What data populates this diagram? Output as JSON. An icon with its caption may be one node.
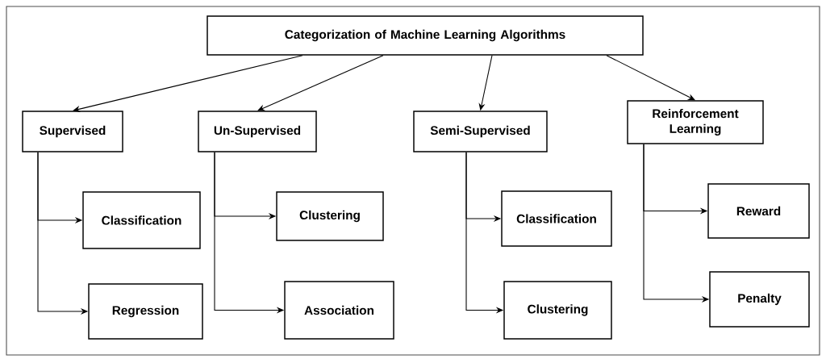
{
  "diagram": {
    "nodes": [
      {
        "text": [
          "Categorization of Machine Learning Algorithms"
        ]
      },
      {
        "text": [
          "Supervised"
        ]
      },
      {
        "text": [
          "Un-Supervised"
        ]
      },
      {
        "text": [
          "Semi-Supervised"
        ]
      },
      {
        "text": [
          "Reinforcement Learning"
        ]
      },
      {
        "text": [
          "Classification"
        ]
      },
      {
        "text": [
          "Regression"
        ]
      },
      {
        "text": [
          "Clustering"
        ]
      },
      {
        "text": [
          "Association"
        ]
      },
      {
        "text": [
          "Classification"
        ]
      },
      {
        "text": [
          "Clustering"
        ]
      },
      {
        "text": [
          "Reward"
        ]
      },
      {
        "text": [
          "Penalty"
        ]
      }
    ],
    "edges": [
      {
        "from": 0,
        "to": 1,
        "arrow": "to"
      },
      {
        "from": 0,
        "to": 2,
        "arrow": "to"
      },
      {
        "from": 0,
        "to": 3,
        "arrow": "to"
      },
      {
        "from": 0,
        "to": 4,
        "arrow": "to"
      },
      {
        "from": 1,
        "to": 5,
        "arrow": "to"
      },
      {
        "from": 1,
        "to": 6,
        "arrow": "to"
      },
      {
        "from": 2,
        "to": 7,
        "arrow": "to"
      },
      {
        "from": 2,
        "to": 8,
        "arrow": "to"
      },
      {
        "from": 3,
        "to": 9,
        "arrow": "to"
      },
      {
        "from": 3,
        "to": 10,
        "arrow": "to"
      },
      {
        "from": 4,
        "to": 11,
        "arrow": "to"
      },
      {
        "from": 4,
        "to": 12,
        "arrow": "to"
      }
    ]
  }
}
